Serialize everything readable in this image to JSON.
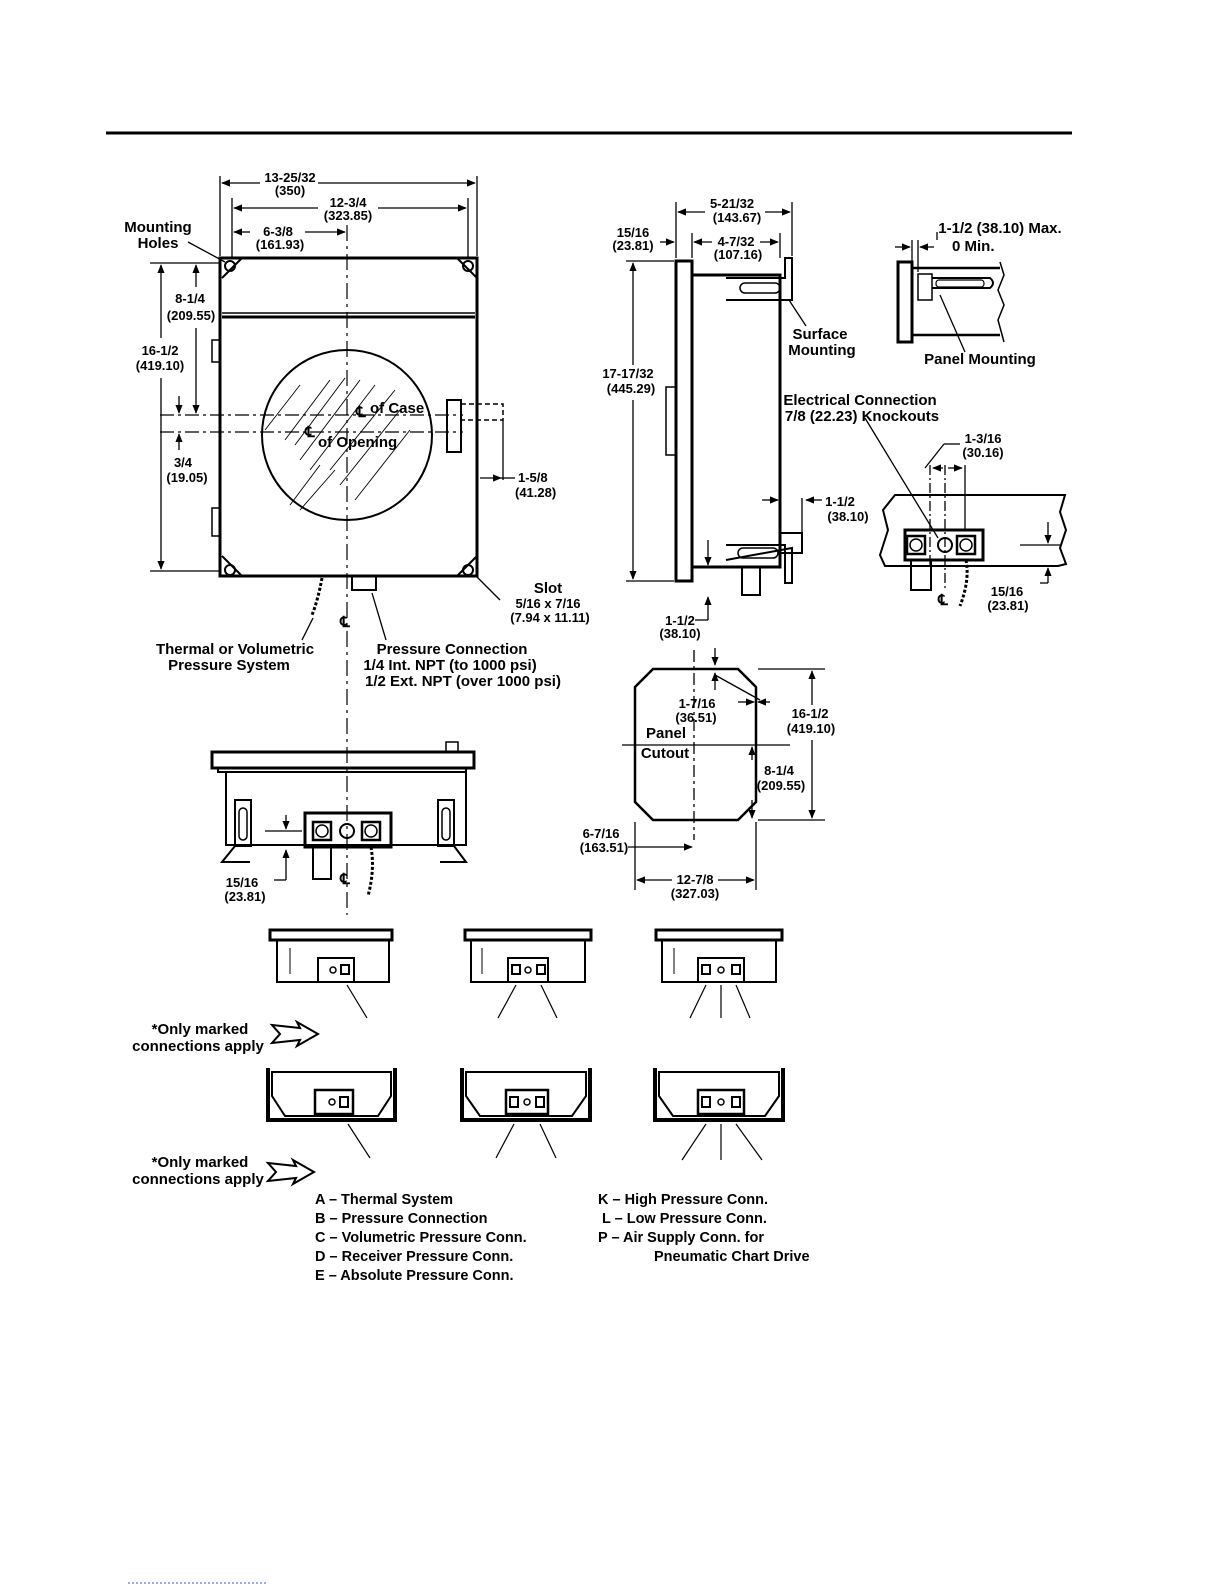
{
  "front_view": {
    "dim_overall_width": "13-25/32",
    "dim_overall_width_mm": "(350)",
    "dim_hole_spacing": "12-3/4",
    "dim_hole_spacing_mm": "(323.85)",
    "dim_half_width": "6-3/8",
    "dim_half_width_mm": "(161.93)",
    "mounting_holes_1": "Mounting",
    "mounting_holes_2": "Holes",
    "dim_upper": "8-1/4",
    "dim_upper_mm": "(209.55)",
    "dim_height": "16-1/2",
    "dim_height_mm": "(419.10)",
    "dim_offset": "3/4",
    "dim_offset_mm": "(19.05)",
    "cl_case": "of Case",
    "cl_opening": "of Opening",
    "cl_symbol": "℄",
    "dim_knob": "1-5/8",
    "dim_knob_mm": "(41.28)",
    "slot_title": "Slot",
    "slot_size": "5/16 x 7/16",
    "slot_size_mm": "(7.94 x 11.11)",
    "thermal_1": "Thermal or Volumetric",
    "thermal_2": "Pressure System",
    "pressure_1": "Pressure Connection",
    "pressure_2": "1/4 Int. NPT (to 1000 psi)",
    "pressure_3": "1/2 Ext. NPT (over 1000 psi)"
  },
  "side_view": {
    "dim_depth": "5-21/32",
    "dim_depth_mm": "(143.67)",
    "dim_flange": "15/16",
    "dim_flange_mm": "(23.81)",
    "dim_body": "4-7/32",
    "dim_body_mm": "(107.16)",
    "dim_height": "17-17/32",
    "dim_height_mm": "(445.29)",
    "surface_1": "Surface",
    "surface_2": "Mounting",
    "dim_conn": "1-1/2",
    "dim_conn_mm": "(38.10)",
    "dim_bottom": "1-1/2",
    "dim_bottom_mm": "(38.10)"
  },
  "panel_mount": {
    "max_label": "1-1/2 (38.10) Max.",
    "min_label": "0 Min.",
    "label": "Panel Mounting"
  },
  "electrical": {
    "title_1": "Electrical Connection",
    "title_2": "7/8 (22.23) Knockouts",
    "dim_spacing": "1-3/16",
    "dim_spacing_mm": "(30.16)",
    "dim_height": "15/16",
    "dim_height_mm": "(23.81)",
    "cl_symbol": "℄"
  },
  "bottom_view": {
    "dim_height": "15/16",
    "dim_height_mm": "(23.81)",
    "cl_symbol": "℄"
  },
  "cutout": {
    "label_1": "Panel",
    "label_2": "Cutout",
    "dim_corner": "1-7/16",
    "dim_corner_mm": "(36.51)",
    "dim_height": "16-1/2",
    "dim_height_mm": "(419.10)",
    "dim_half": "8-1/4",
    "dim_half_mm": "(209.55)",
    "dim_halfwidth": "6-7/16",
    "dim_halfwidth_mm": "(163.51)",
    "dim_width": "12-7/8",
    "dim_width_mm": "(327.03)"
  },
  "notes": {
    "only_marked_1": "*Only marked",
    "only_marked_2": "connections apply"
  },
  "legend": {
    "a": "A – Thermal System",
    "b": "B – Pressure Connection",
    "c": "C – Volumetric Pressure Conn.",
    "d": "D – Receiver Pressure Conn.",
    "e": "E – Absolute Pressure Conn.",
    "k": "K – High Pressure Conn.",
    "l": "L – Low Pressure Conn.",
    "p": "P – Air Supply Conn. for",
    "p2": "Pneumatic Chart Drive"
  }
}
